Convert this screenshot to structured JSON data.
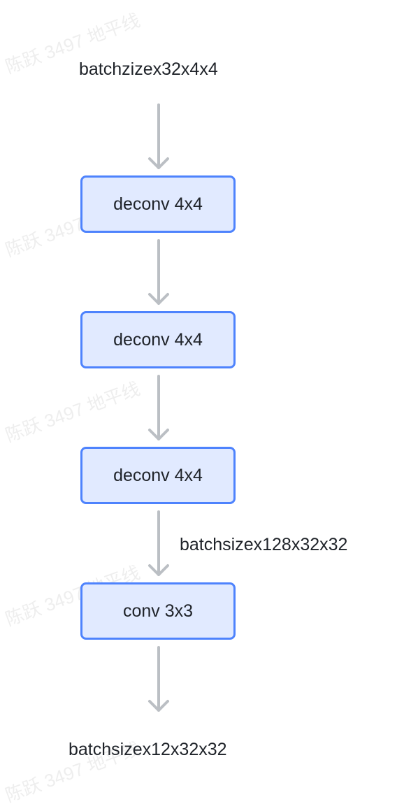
{
  "diagram": {
    "input_label": "batchzizex32x4x4",
    "nodes": [
      {
        "label": "deconv 4x4"
      },
      {
        "label": "deconv 4x4"
      },
      {
        "label": "deconv 4x4"
      },
      {
        "label": "conv 3x3"
      }
    ],
    "edge_label": "batchsizex128x32x32",
    "output_label": "batchsizex12x32x32",
    "colors": {
      "node_fill": "#e1eaff",
      "node_border": "#4e83fd",
      "arrow": "#bbbfc4",
      "text": "#1f2329"
    }
  },
  "watermark": {
    "text": "陈跃 3497 地平线"
  }
}
